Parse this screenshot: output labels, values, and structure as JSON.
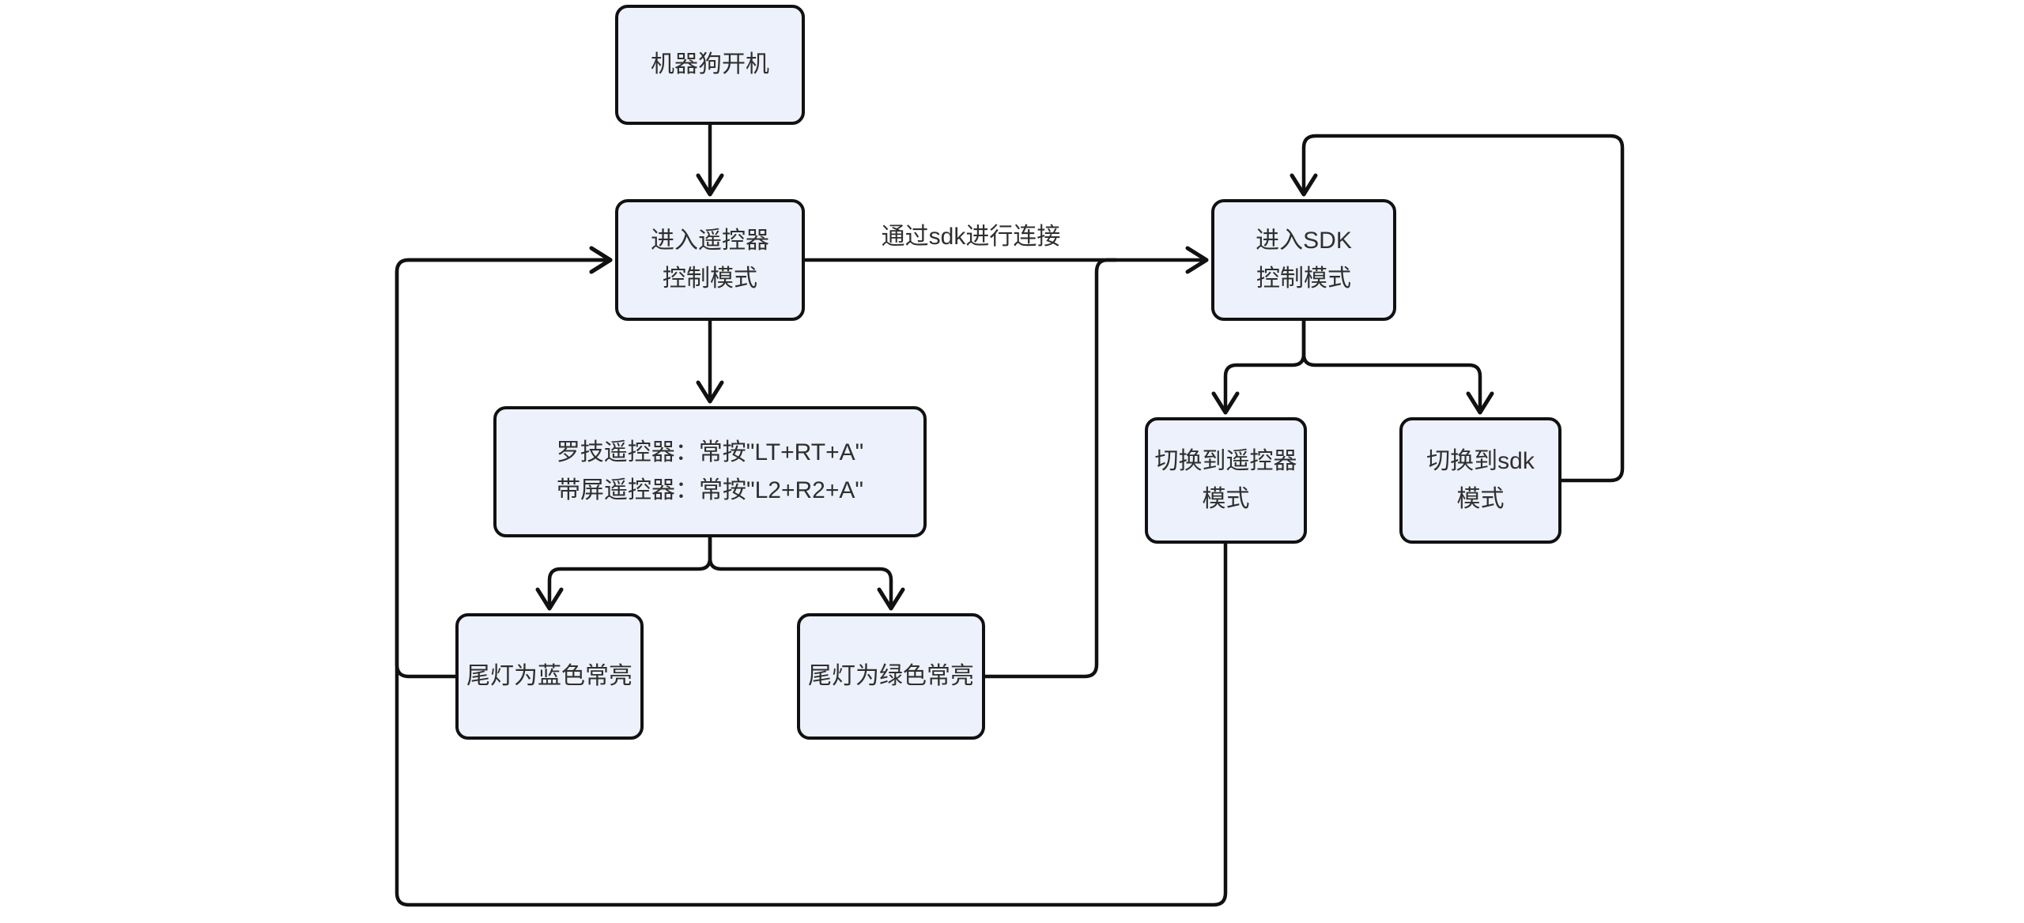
{
  "diagram": {
    "type": "flowchart",
    "colors": {
      "background": "#ffffff",
      "node_fill": "#edf1fb",
      "node_border": "#111111",
      "edge_color": "#111111",
      "text_color": "#2f2f2f"
    },
    "nodes": {
      "power_on": {
        "label": "机器狗开机"
      },
      "rc_mode": {
        "label": "进入遥控器\n控制模式"
      },
      "sdk_mode": {
        "label": "进入SDK\n控制模式"
      },
      "remote_buttons": {
        "label": "罗技遥控器：常按\"LT+RT+A\"\n带屏遥控器：常按\"L2+R2+A\""
      },
      "switch_rc": {
        "label": "切换到遥控器\n模式"
      },
      "switch_sdk": {
        "label": "切换到sdk\n模式"
      },
      "tail_blue": {
        "label": "尾灯为蓝色常亮"
      },
      "tail_green": {
        "label": "尾灯为绿色常亮"
      }
    },
    "edge_labels": {
      "sdk_connect": "通过sdk进行连接"
    },
    "edges": [
      "power_on -> rc_mode",
      "rc_mode -> sdk_mode (通过sdk进行连接)",
      "rc_mode -> remote_buttons",
      "remote_buttons -> tail_blue",
      "remote_buttons -> tail_green",
      "sdk_mode -> switch_rc",
      "sdk_mode -> switch_sdk",
      "switch_sdk -> sdk_mode",
      "switch_rc -> rc_mode",
      "tail_blue -> rc_mode",
      "tail_green -> sdk_mode"
    ]
  }
}
